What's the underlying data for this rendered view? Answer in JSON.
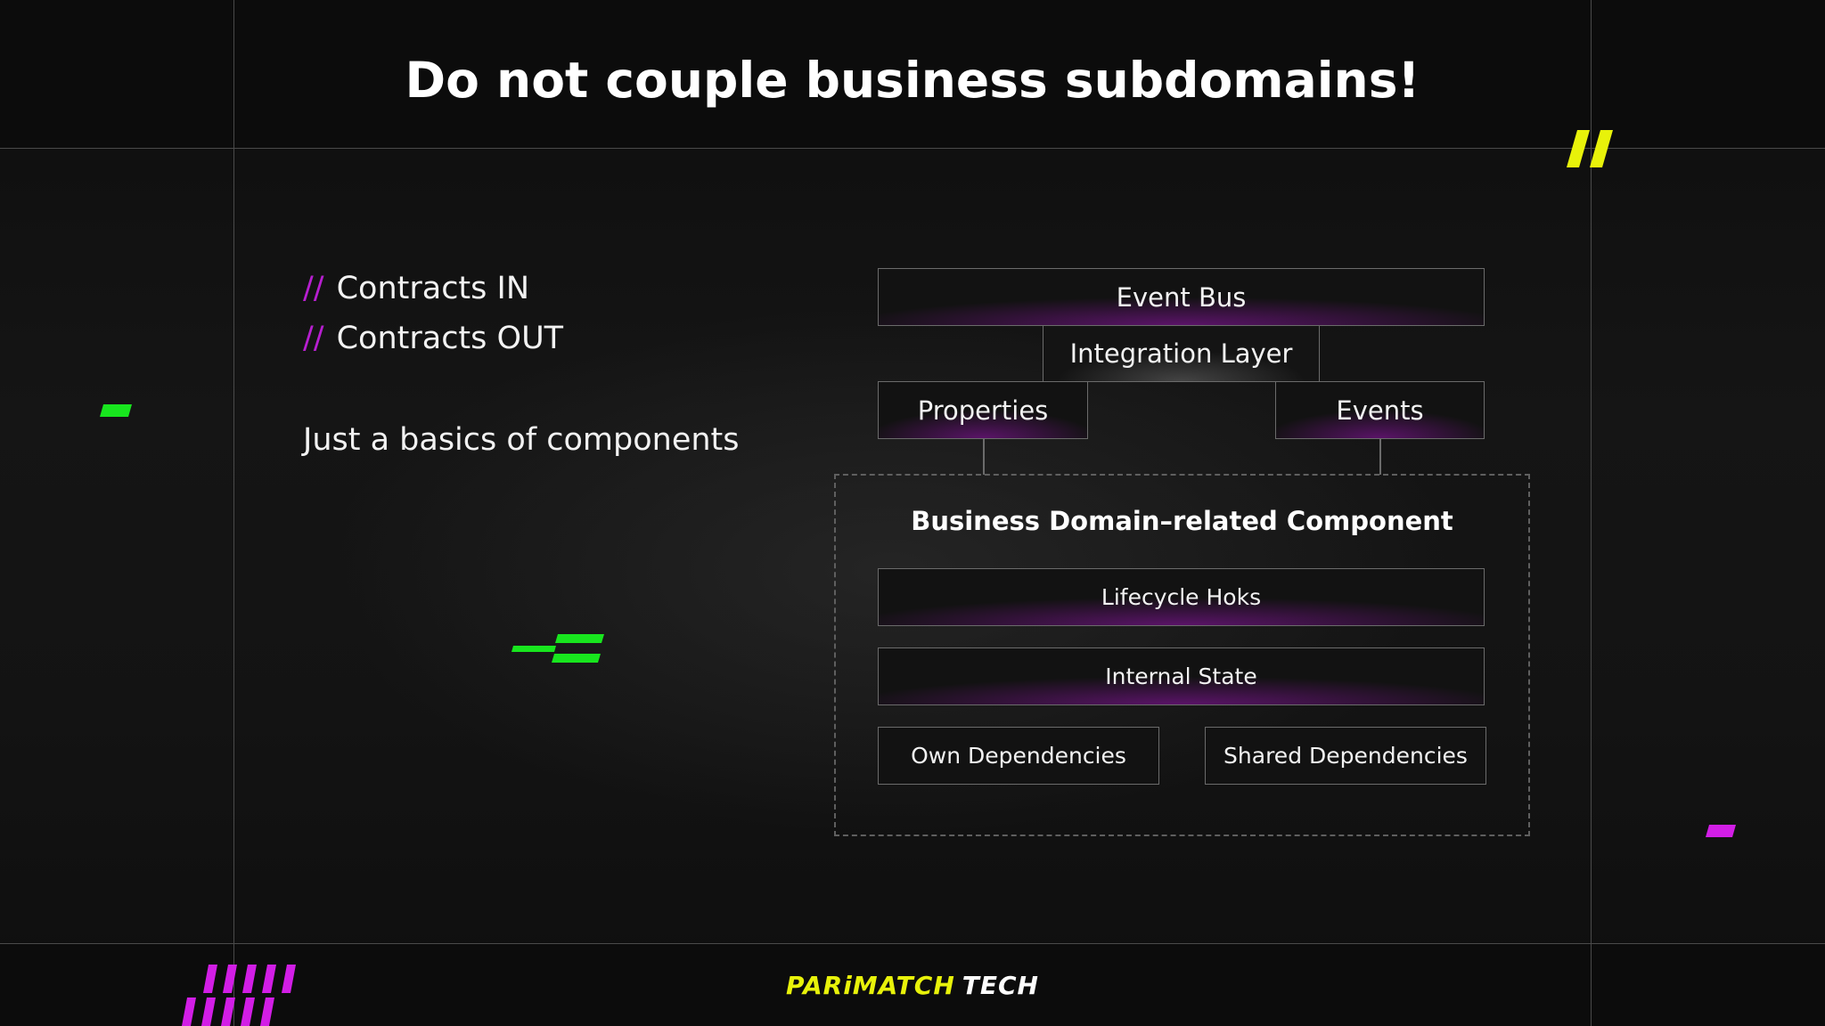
{
  "slide": {
    "title": "Do not couple business subdomains!",
    "contracts": [
      {
        "prefix": "//",
        "label": "Contracts IN"
      },
      {
        "prefix": "//",
        "label": "Contracts OUT"
      }
    ],
    "subtitle": "Just a basics of components"
  },
  "diagram": {
    "event_bus": "Event Bus",
    "integration_layer": "Integration Layer",
    "properties": "Properties",
    "events": "Events",
    "component_title": "Business Domain–related Component",
    "lifecycle": "Lifecycle Hoks",
    "internal_state": "Internal State",
    "own_deps": "Own Dependencies",
    "shared_deps": "Shared Dependencies"
  },
  "footer": {
    "logo_part1": "PARiMATCH",
    "logo_part2": "TECH"
  },
  "colors": {
    "accent_magenta": "#d21ee6",
    "accent_green": "#18e61e",
    "accent_yellow": "#e8f20a",
    "box_glow": "#9614af"
  }
}
